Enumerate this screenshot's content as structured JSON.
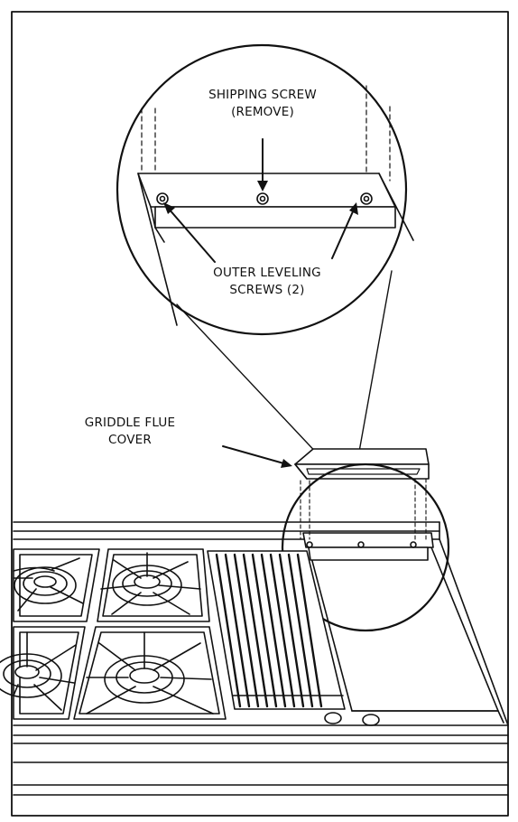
{
  "labels": {
    "shipping_screw_line1": "SHIPPING SCREW",
    "shipping_screw_line2": "(REMOVE)",
    "outer_leveling_line1": "OUTER LEVELING",
    "outer_leveling_line2": "SCREWS (2)",
    "griddle_flue_line1": "GRIDDLE FLUE",
    "griddle_flue_line2": "COVER"
  },
  "colors": {
    "line": "#111111",
    "background": "#ffffff"
  },
  "callouts": {
    "shipping_screw_count": 1,
    "outer_leveling_screw_count": 2
  }
}
